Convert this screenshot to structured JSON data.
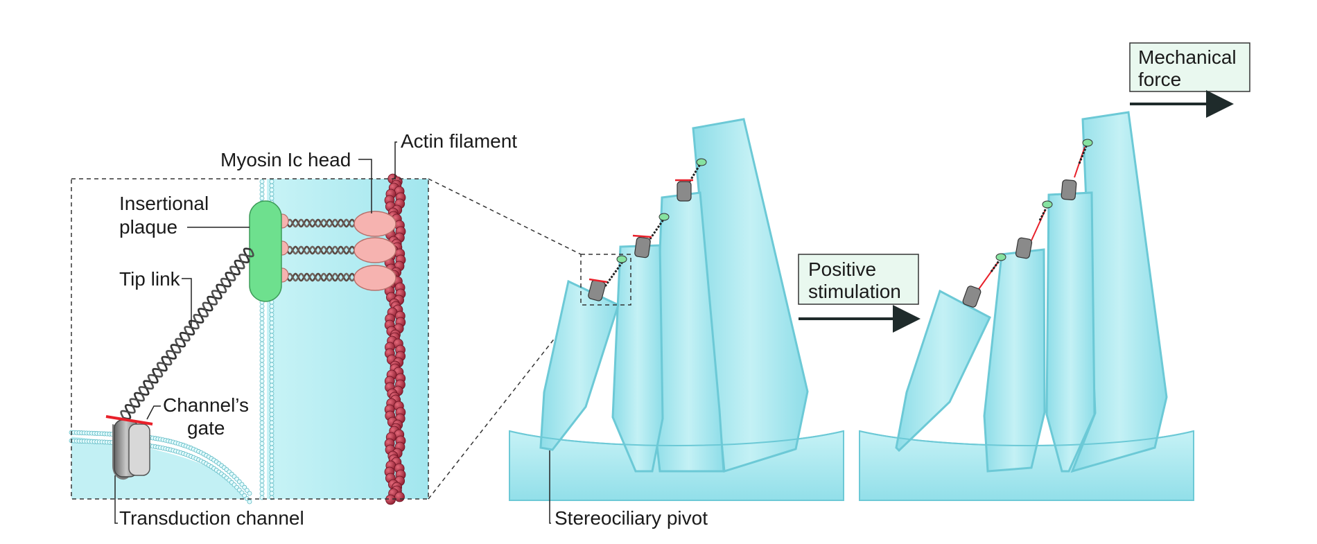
{
  "labels": {
    "myosin_head": "Myosin Ic head",
    "actin_filament": "Actin filament",
    "insertional_plaque_1": "Insertional",
    "insertional_plaque_2": "plaque",
    "tip_link": "Tip link",
    "channels_gate_1": "Channel’s",
    "channels_gate_2": "gate",
    "transduction_channel": "Transduction channel",
    "stereociliary_pivot": "Stereociliary pivot"
  },
  "boxes": {
    "positive_stimulation_1": "Positive",
    "positive_stimulation_2": "stimulation",
    "mechanical_force_1": "Mechanical",
    "mechanical_force_2": "force"
  },
  "colors": {
    "stereocilia_fill": "#a9e8ef",
    "stereocilia_stroke": "#6cc9d6",
    "base_fill": "#9fe4ec",
    "insertional_plaque": "#6ee08e",
    "myosin_head": "#f6b3b0",
    "actin": "#b83446",
    "channel": "#9a9a9a",
    "gate": "#e8202a",
    "label_box_fill": "#e9f8ef",
    "arrow": "#1f2b2b"
  }
}
